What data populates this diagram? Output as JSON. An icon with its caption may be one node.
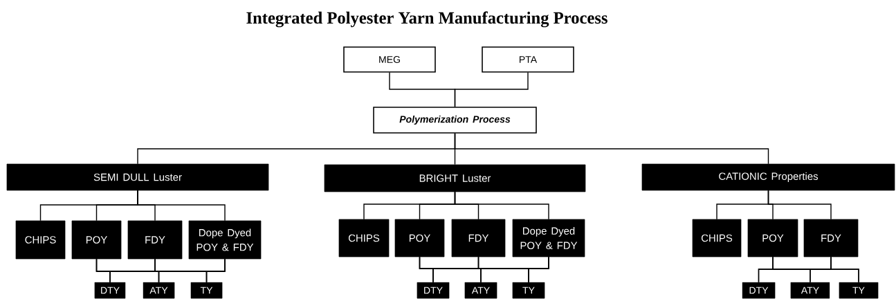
{
  "diagram": {
    "title": "Integrated Polyester Yarn Manufacturing Process",
    "nodes": [
      {
        "text": [
          "MEG"
        ]
      },
      {
        "text": [
          "PTA"
        ]
      },
      {
        "text": [
          "Polymerization Process"
        ]
      },
      {
        "text": [
          "SEMI DULL Luster"
        ]
      },
      {
        "text": [
          "BRIGHT Luster"
        ]
      },
      {
        "text": [
          "CATIONIC Properties"
        ]
      },
      {
        "text": [
          "CHIPS"
        ]
      },
      {
        "text": [
          "POY"
        ]
      },
      {
        "text": [
          "FDY"
        ]
      },
      {
        "text": [
          "Dope Dyed POY & FDY"
        ]
      },
      {
        "text": [
          "DTY"
        ]
      },
      {
        "text": [
          "ATY"
        ]
      },
      {
        "text": [
          "TY"
        ]
      },
      {
        "text": [
          "CHIPS"
        ]
      },
      {
        "text": [
          "POY"
        ]
      },
      {
        "text": [
          "FDY"
        ]
      },
      {
        "text": [
          "Dope Dyed POY & FDY"
        ]
      },
      {
        "text": [
          "DTY"
        ]
      },
      {
        "text": [
          "ATY"
        ]
      },
      {
        "text": [
          "TY"
        ]
      },
      {
        "text": [
          "CHIPS"
        ]
      },
      {
        "text": [
          "POY"
        ]
      },
      {
        "text": [
          "FDY"
        ]
      },
      {
        "text": [
          "DTY"
        ]
      },
      {
        "text": [
          "ATY"
        ]
      },
      {
        "text": [
          "TY"
        ]
      }
    ],
    "edges": [
      {
        "from": 0,
        "to": 2,
        "arrow": "none"
      },
      {
        "from": 1,
        "to": 2,
        "arrow": "none"
      },
      {
        "from": 2,
        "to": 3,
        "arrow": "none"
      },
      {
        "from": 2,
        "to": 4,
        "arrow": "none"
      },
      {
        "from": 2,
        "to": 5,
        "arrow": "none"
      },
      {
        "from": 3,
        "to": 6,
        "arrow": "none"
      },
      {
        "from": 3,
        "to": 7,
        "arrow": "none"
      },
      {
        "from": 3,
        "to": 8,
        "arrow": "none"
      },
      {
        "from": 3,
        "to": 9,
        "arrow": "none"
      },
      {
        "from": 7,
        "to": 10,
        "arrow": "none"
      },
      {
        "from": 7,
        "to": 11,
        "arrow": "none"
      },
      {
        "from": 7,
        "to": 12,
        "arrow": "none"
      },
      {
        "from": 8,
        "to": 10,
        "arrow": "none"
      },
      {
        "from": 8,
        "to": 11,
        "arrow": "none"
      },
      {
        "from": 8,
        "to": 12,
        "arrow": "none"
      },
      {
        "from": 9,
        "to": 10,
        "arrow": "none"
      },
      {
        "from": 9,
        "to": 11,
        "arrow": "none"
      },
      {
        "from": 9,
        "to": 12,
        "arrow": "none"
      },
      {
        "from": 4,
        "to": 13,
        "arrow": "none"
      },
      {
        "from": 4,
        "to": 14,
        "arrow": "none"
      },
      {
        "from": 4,
        "to": 15,
        "arrow": "none"
      },
      {
        "from": 4,
        "to": 16,
        "arrow": "none"
      },
      {
        "from": 14,
        "to": 17,
        "arrow": "none"
      },
      {
        "from": 14,
        "to": 18,
        "arrow": "none"
      },
      {
        "from": 14,
        "to": 19,
        "arrow": "none"
      },
      {
        "from": 15,
        "to": 17,
        "arrow": "none"
      },
      {
        "from": 15,
        "to": 18,
        "arrow": "none"
      },
      {
        "from": 15,
        "to": 19,
        "arrow": "none"
      },
      {
        "from": 16,
        "to": 17,
        "arrow": "none"
      },
      {
        "from": 16,
        "to": 18,
        "arrow": "none"
      },
      {
        "from": 16,
        "to": 19,
        "arrow": "none"
      },
      {
        "from": 5,
        "to": 20,
        "arrow": "none"
      },
      {
        "from": 5,
        "to": 21,
        "arrow": "none"
      },
      {
        "from": 5,
        "to": 22,
        "arrow": "none"
      },
      {
        "from": 21,
        "to": 23,
        "arrow": "none"
      },
      {
        "from": 21,
        "to": 24,
        "arrow": "none"
      },
      {
        "from": 21,
        "to": 25,
        "arrow": "none"
      },
      {
        "from": 22,
        "to": 23,
        "arrow": "none"
      },
      {
        "from": 22,
        "to": 24,
        "arrow": "none"
      },
      {
        "from": 22,
        "to": 25,
        "arrow": "none"
      }
    ]
  }
}
